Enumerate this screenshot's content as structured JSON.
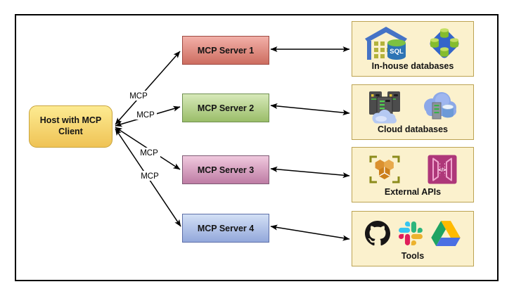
{
  "diagram": {
    "host": {
      "label": "Host with MCP Client"
    },
    "servers": [
      {
        "label": "MCP Server 1"
      },
      {
        "label": "MCP Server 2"
      },
      {
        "label": "MCP Server 3"
      },
      {
        "label": "MCP Server 4"
      }
    ],
    "edge_label": "MCP",
    "resources": [
      {
        "label": "In-house databases",
        "icons": [
          "sql-data-warehouse-icon",
          "sql-elastic-pool-icon"
        ]
      },
      {
        "label": "Cloud databases",
        "icons": [
          "server-rack-cloud-icon",
          "cloud-database-icon"
        ]
      },
      {
        "label": "External APIs",
        "icons": [
          "aws-resources-hexagon-icon",
          "api-gateway-icon"
        ]
      },
      {
        "label": "Tools",
        "icons": [
          "github-icon",
          "slack-icon",
          "google-drive-icon"
        ]
      }
    ],
    "colors": {
      "host_fill_top": "#FDEB92",
      "host_fill_bottom": "#EFC355",
      "host_border": "#C9A43C",
      "server1_fill": "#CD6D60",
      "server2_fill": "#9ABD69",
      "server3_fill": "#BE7CA4",
      "server4_fill": "#93A8DB",
      "resource_fill": "#FBF1CD",
      "resource_border": "#BCA352",
      "arrow": "#000000",
      "github_black": "#181616",
      "slack_blue": "#36C5F0",
      "slack_green": "#2EB67D",
      "slack_red": "#E01E5A",
      "slack_yellow": "#ECB22E",
      "drive_green": "#1FA463",
      "drive_yellow": "#FFBA00",
      "drive_blue": "#4A6FE3"
    }
  }
}
